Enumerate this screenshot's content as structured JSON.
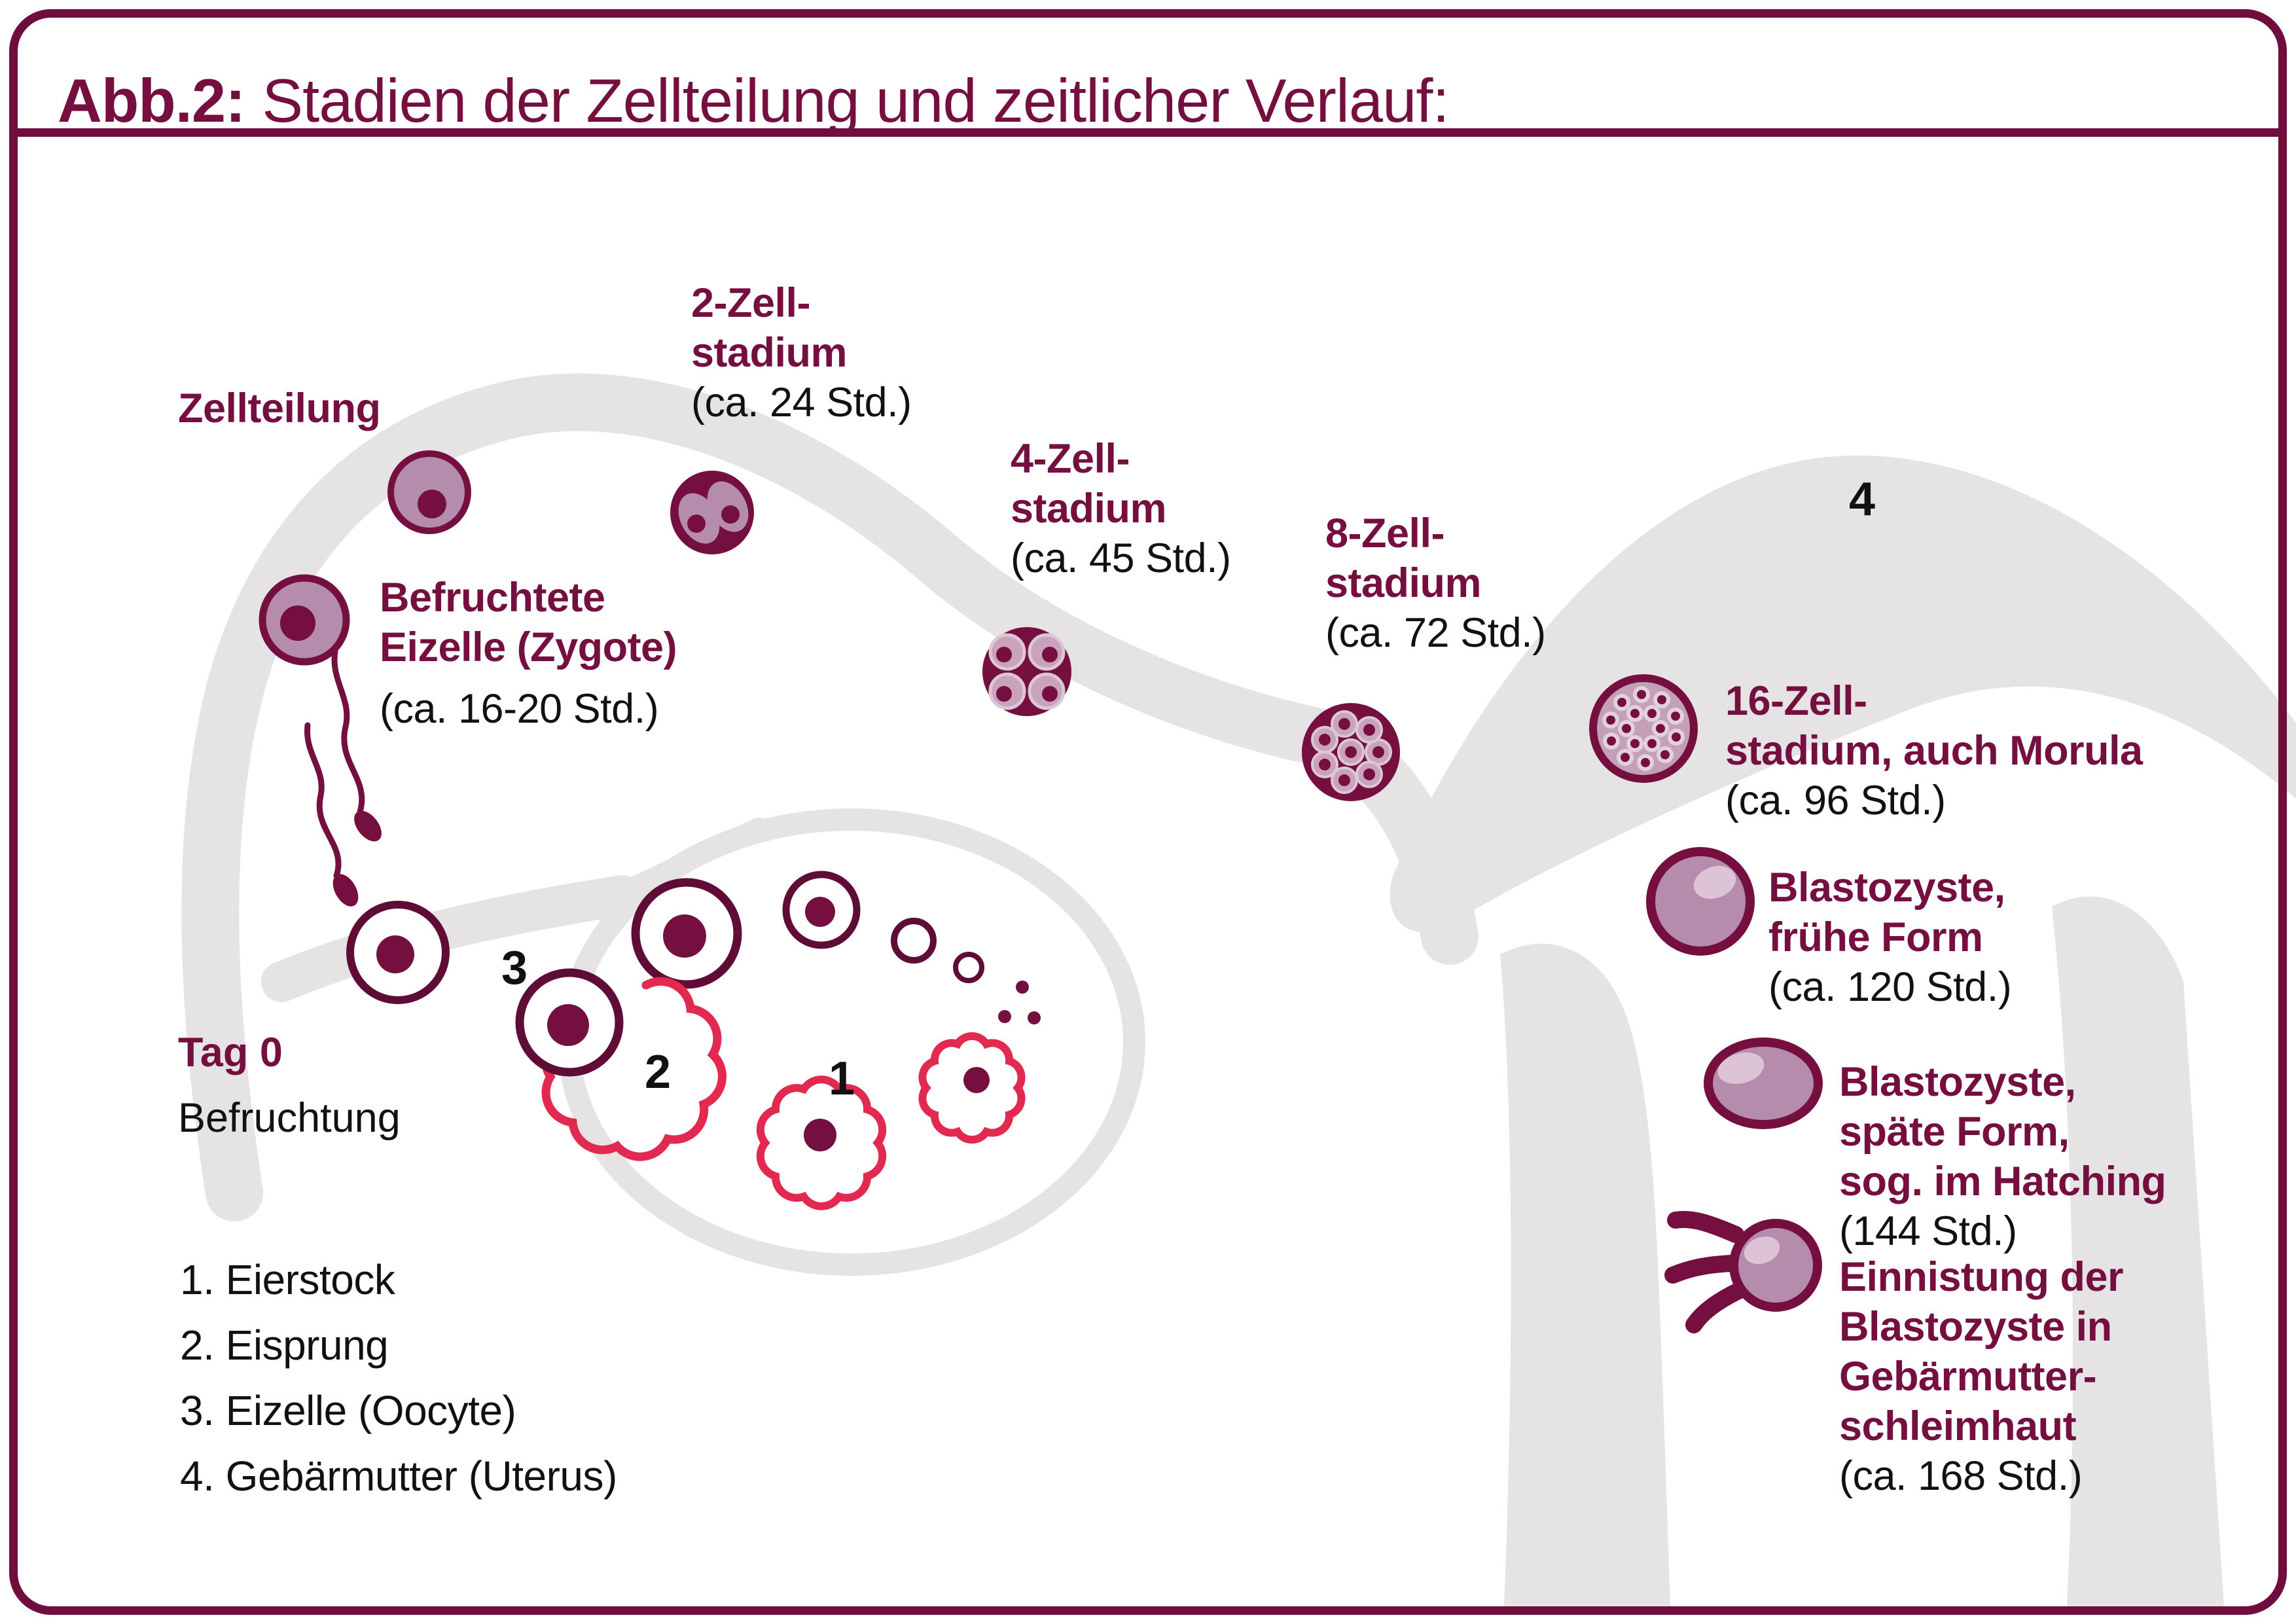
{
  "title": {
    "prefix": "Abb.2:",
    "text": "Stadien der Zellteilung und zeitlicher Verlauf:"
  },
  "labels": {
    "zellteilung": "Zellteilung",
    "tag0": "Tag 0",
    "befruchtung": "Befruchtung"
  },
  "stages": [
    {
      "id": "zygote",
      "name_lines": [
        "Befruchtete",
        "Eizelle (Zygote)"
      ],
      "time": "(ca. 16-20 Std.)"
    },
    {
      "id": "two_cell",
      "name_lines": [
        "2-Zell-",
        "stadium"
      ],
      "time": "(ca. 24 Std.)"
    },
    {
      "id": "four_cell",
      "name_lines": [
        "4-Zell-",
        "stadium"
      ],
      "time": "(ca. 45 Std.)"
    },
    {
      "id": "eight_cell",
      "name_lines": [
        "8-Zell-",
        "stadium"
      ],
      "time": "(ca. 72 Std.)"
    },
    {
      "id": "sixteen_cell",
      "name_lines": [
        "16-Zell-",
        "stadium, auch Morula"
      ],
      "time": "(ca. 96 Std.)"
    },
    {
      "id": "blastocyst_early",
      "name_lines": [
        "Blastozyste,",
        "frühe Form"
      ],
      "time": "(ca. 120 Std.)"
    },
    {
      "id": "blastocyst_late",
      "name_lines": [
        "Blastozyste,",
        "späte Form,",
        "sog. im Hatching"
      ],
      "time": "(144 Std.)"
    },
    {
      "id": "implantation",
      "name_lines": [
        "Einnistung der",
        "Blastozyste in",
        "Gebärmutter-",
        "schleimhaut"
      ],
      "time": "(ca. 168 Std.)"
    }
  ],
  "markers": [
    "1",
    "2",
    "3",
    "4"
  ],
  "legend": [
    "1. Eierstock",
    "2. Eisprung",
    "3. Eizelle (Oocyte)",
    "4. Gebärmutter (Uterus)"
  ],
  "colors": {
    "maroon": "#750f40",
    "frame": "#6f0d3d",
    "cell_fill": "#b58cab",
    "cell_light": "#ddc7d6",
    "morula_fill": "#c49fb8",
    "red": "#e22a50",
    "anatomy_gray": "#e5e3e4",
    "black": "#111111"
  }
}
